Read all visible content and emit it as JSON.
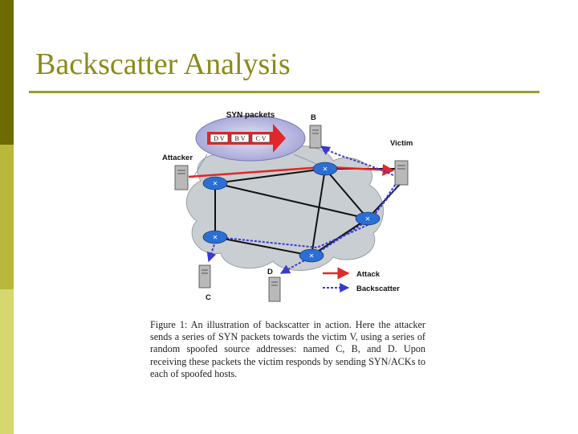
{
  "slide": {
    "title": "Backscatter Analysis"
  },
  "diagram": {
    "syn_packets_label": "SYN packets",
    "packets": [
      "D V",
      "B V",
      "C V"
    ],
    "nodes": {
      "attacker": "Attacker",
      "victim": "Victim",
      "b": "B",
      "c": "C",
      "d": "D"
    },
    "legend": {
      "attack": "Attack",
      "backscatter": "Backscatter"
    },
    "colors": {
      "attack": "#e0282a",
      "backscatter": "#3a3ad0",
      "cloud": "#c9ced2",
      "router": "#2a6fd6",
      "accent": "#8a8a1a"
    }
  },
  "caption": {
    "text": "Figure 1: An illustration of backscatter in action. Here the attacker sends a series of SYN packets towards the victim V, using a series of random spoofed source addresses: named C, B, and D. Upon receiving these packets the victim responds by sending SYN/ACKs to each of spoofed hosts."
  }
}
